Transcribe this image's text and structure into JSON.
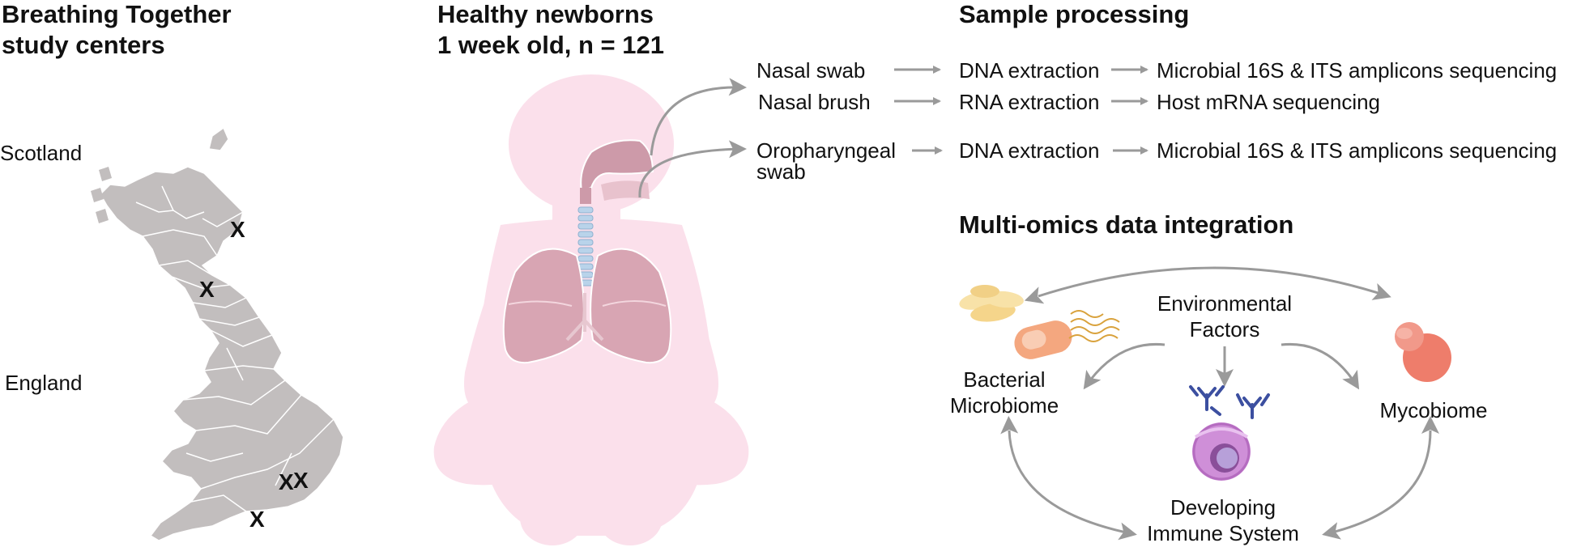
{
  "study_centers": {
    "title_line1": "Breathing Together",
    "title_line2": "study centers",
    "label_scotland": "Scotland",
    "label_england": "England",
    "marker_glyph": "X",
    "map_color": "#c2bebe"
  },
  "newborns": {
    "title_line1": "Healthy newborns",
    "title_line2": "1 week old, n = 121",
    "silhouette_color": "#fbe0eb"
  },
  "sample_processing": {
    "title": "Sample processing",
    "rows": [
      {
        "sample": "Nasal swab",
        "extraction": "DNA extraction",
        "sequencing": "Microbial 16S & ITS amplicons sequencing"
      },
      {
        "sample": "Nasal brush",
        "extraction": "RNA extraction",
        "sequencing": "Host mRNA sequencing"
      },
      {
        "sample_line1": "Oropharyngeal",
        "sample_line2": "swab",
        "extraction": "DNA extraction",
        "sequencing": "Microbial 16S & ITS amplicons sequencing"
      }
    ]
  },
  "integration": {
    "title": "Multi-omics data integration",
    "env_line1": "Environmental",
    "env_line2": "Factors",
    "bact_line1": "Bacterial",
    "bact_line2": "Microbiome",
    "myco": "Mycobiome",
    "immune_line1": "Developing",
    "immune_line2": "Immune System"
  },
  "colors": {
    "arrow": "#9a9a9a",
    "bacteria": "#f4a77f",
    "fungus": "#ee7d6b",
    "cell": "#cf8fd8",
    "antibody": "#3c4fa0"
  }
}
